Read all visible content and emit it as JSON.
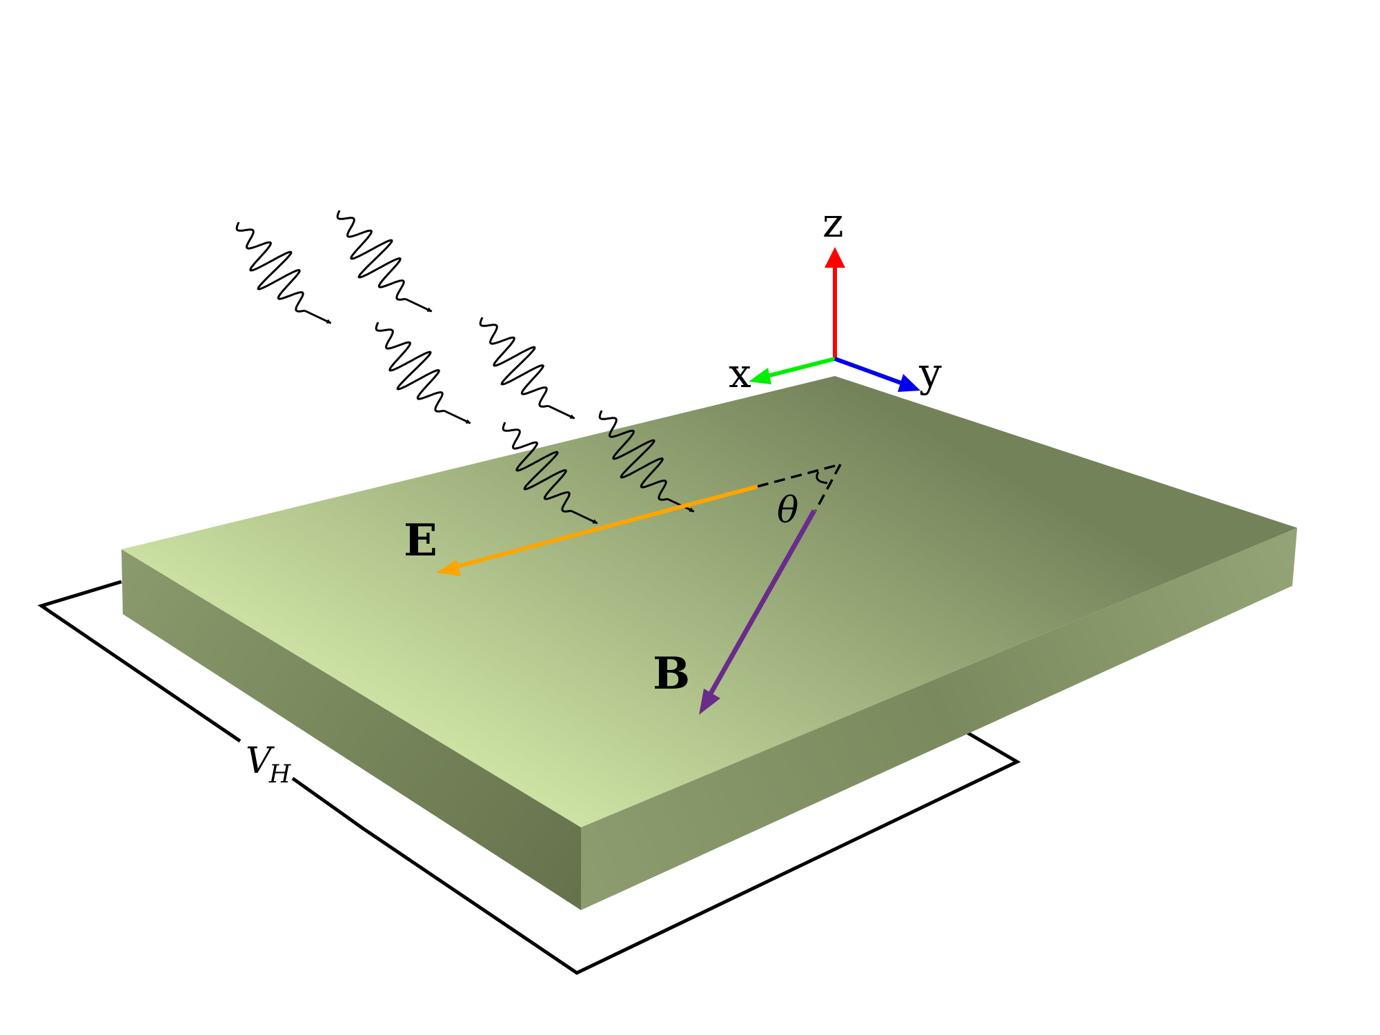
{
  "labels": {
    "axis_z": "z",
    "axis_x": "x",
    "axis_y": "y",
    "field_e": "E",
    "field_b": "B",
    "angle": "θ",
    "voltage_main": "V",
    "voltage_sub": "H"
  },
  "colors": {
    "axis_z": "#ff0000",
    "axis_x": "#00ee00",
    "axis_y": "#0000ee",
    "field_e": "#ffa500",
    "field_b": "#6a2c8a",
    "slab_top_light": "#cde3a4",
    "slab_top_dark": "#74825a",
    "slab_front_left": "#6e7b54",
    "slab_front_right": "#8a9a6c"
  },
  "icons": {
    "photon": "wavy-photon-arrow"
  }
}
